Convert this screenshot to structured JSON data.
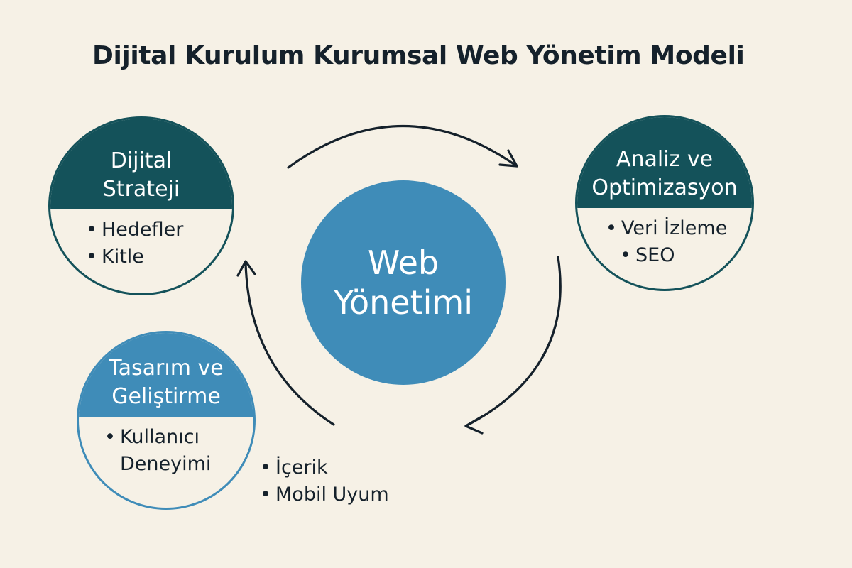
{
  "title": "Dijital Kurulum Kurumsal Web Yönetim Modeli",
  "colors": {
    "background": "#f6f1e6",
    "dark_teal": "#14525a",
    "medium_blue": "#3f8cb8",
    "text": "#15212b",
    "arrow": "#15212b"
  },
  "center": {
    "line1": "Web",
    "line2": "Yönetimi"
  },
  "nodes": {
    "strategy": {
      "title_line1": "Dijital",
      "title_line2": "Strateji",
      "items": [
        "Hedefler",
        "Kitle"
      ]
    },
    "analysis": {
      "title_line1": "Analiz ve",
      "title_line2": "Optimizasyon",
      "items": [
        "Veri İzleme",
        "SEO"
      ]
    },
    "design": {
      "title_line1": "Tasarım ve",
      "title_line2": "Geliştirme",
      "items": [
        "Kullanıcı",
        "Deneyimi"
      ]
    }
  },
  "extra_items": [
    "İçerik",
    "Mobil Uyum"
  ],
  "bullet": "•"
}
